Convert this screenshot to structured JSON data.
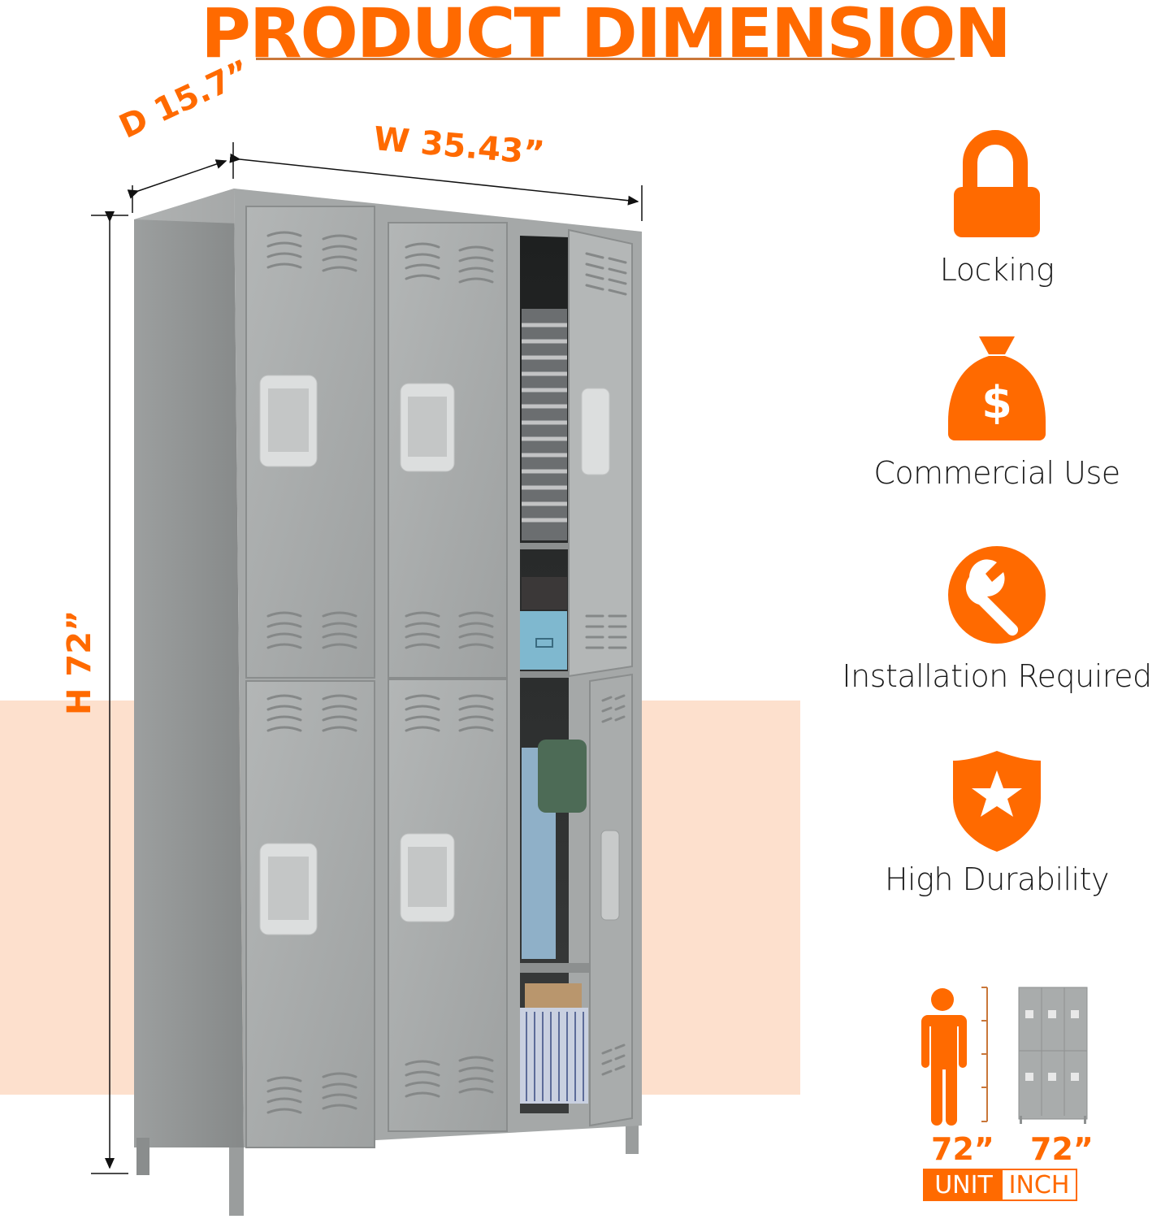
{
  "header": {
    "title": "PRODUCT DIMENSION"
  },
  "colors": {
    "accent": "#ff6a00",
    "peach_band": "#fde0cd",
    "locker_gray": "#a8abab",
    "locker_dark": "#8e9191",
    "text_dark": "#1a1a1a",
    "rule": "#c9773a"
  },
  "dimensions": {
    "depth_label": "D 15.7”",
    "width_label": "W 35.43”",
    "height_label": "H 72”"
  },
  "product": {
    "type": "metal locker",
    "columns": 3,
    "rows": 2,
    "open_doors": [
      "top-right",
      "bottom-right"
    ]
  },
  "features": [
    {
      "icon": "lock-icon",
      "label": "Locking"
    },
    {
      "icon": "money-bag-icon",
      "label": "Commercial Use"
    },
    {
      "icon": "wrench-icon",
      "label": "Installation Required"
    },
    {
      "icon": "shield-star-icon",
      "label": "High Durability"
    }
  ],
  "comparison": {
    "person_height": "72”",
    "locker_height": "72”",
    "unit_label": "UNIT",
    "unit_value": "INCH"
  }
}
